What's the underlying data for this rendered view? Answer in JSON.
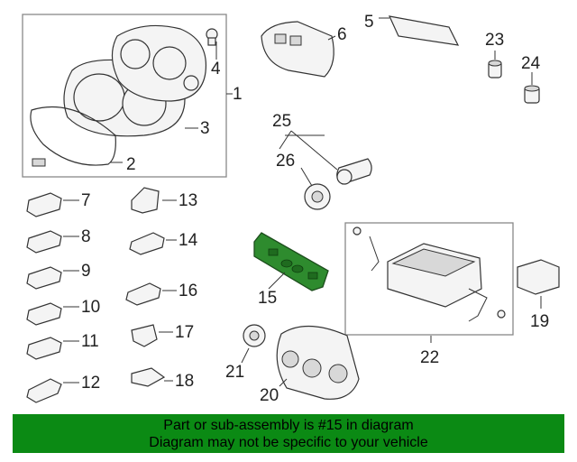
{
  "callouts": {
    "c1": "1",
    "c2": "2",
    "c3": "3",
    "c4": "4",
    "c5": "5",
    "c6": "6",
    "c7": "7",
    "c8": "8",
    "c9": "9",
    "c10": "10",
    "c11": "11",
    "c12": "12",
    "c13": "13",
    "c14": "14",
    "c15": "15",
    "c16": "16",
    "c17": "17",
    "c18": "18",
    "c19": "19",
    "c20": "20",
    "c21": "21",
    "c22": "22",
    "c23": "23",
    "c24": "24",
    "c25": "25",
    "c26": "26"
  },
  "highlight_color": "#2e8b2e",
  "banner": {
    "line1": "Part or sub-assembly is #15 in diagram",
    "line2": "Diagram may not be specific to your vehicle",
    "color": "#0b8a14"
  }
}
